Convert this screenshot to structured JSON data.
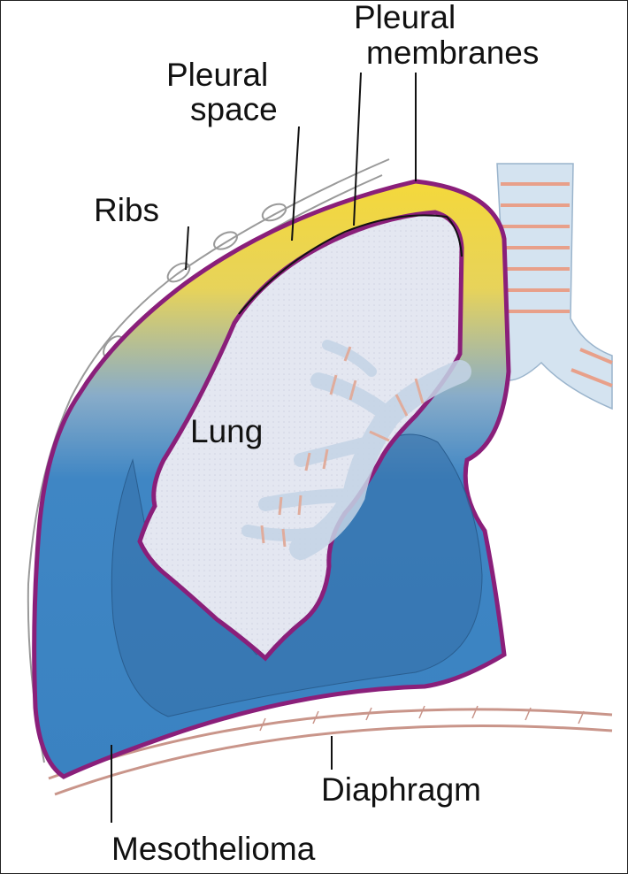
{
  "labels": {
    "pleural_membranes_line1": "Pleural",
    "pleural_membranes_line2": "membranes",
    "pleural_space_line1": "Pleural",
    "pleural_space_line2": "space",
    "ribs": "Ribs",
    "lung": "Lung",
    "diaphragm": "Diaphragm",
    "mesothelioma": "Mesothelioma"
  },
  "colors": {
    "tumor_blue": "#3f86c4",
    "tumor_dark": "#2f6fa8",
    "pleura_outline": "#8a1f7a",
    "pleural_space_yellow": "#f3d43a",
    "lung_fill": "#e6e9f2",
    "airway_fill": "#d4e3f0",
    "cartilage": "#e8a08a",
    "rib_line": "#9a9a9a",
    "diaphragm_line": "#c9958a"
  }
}
